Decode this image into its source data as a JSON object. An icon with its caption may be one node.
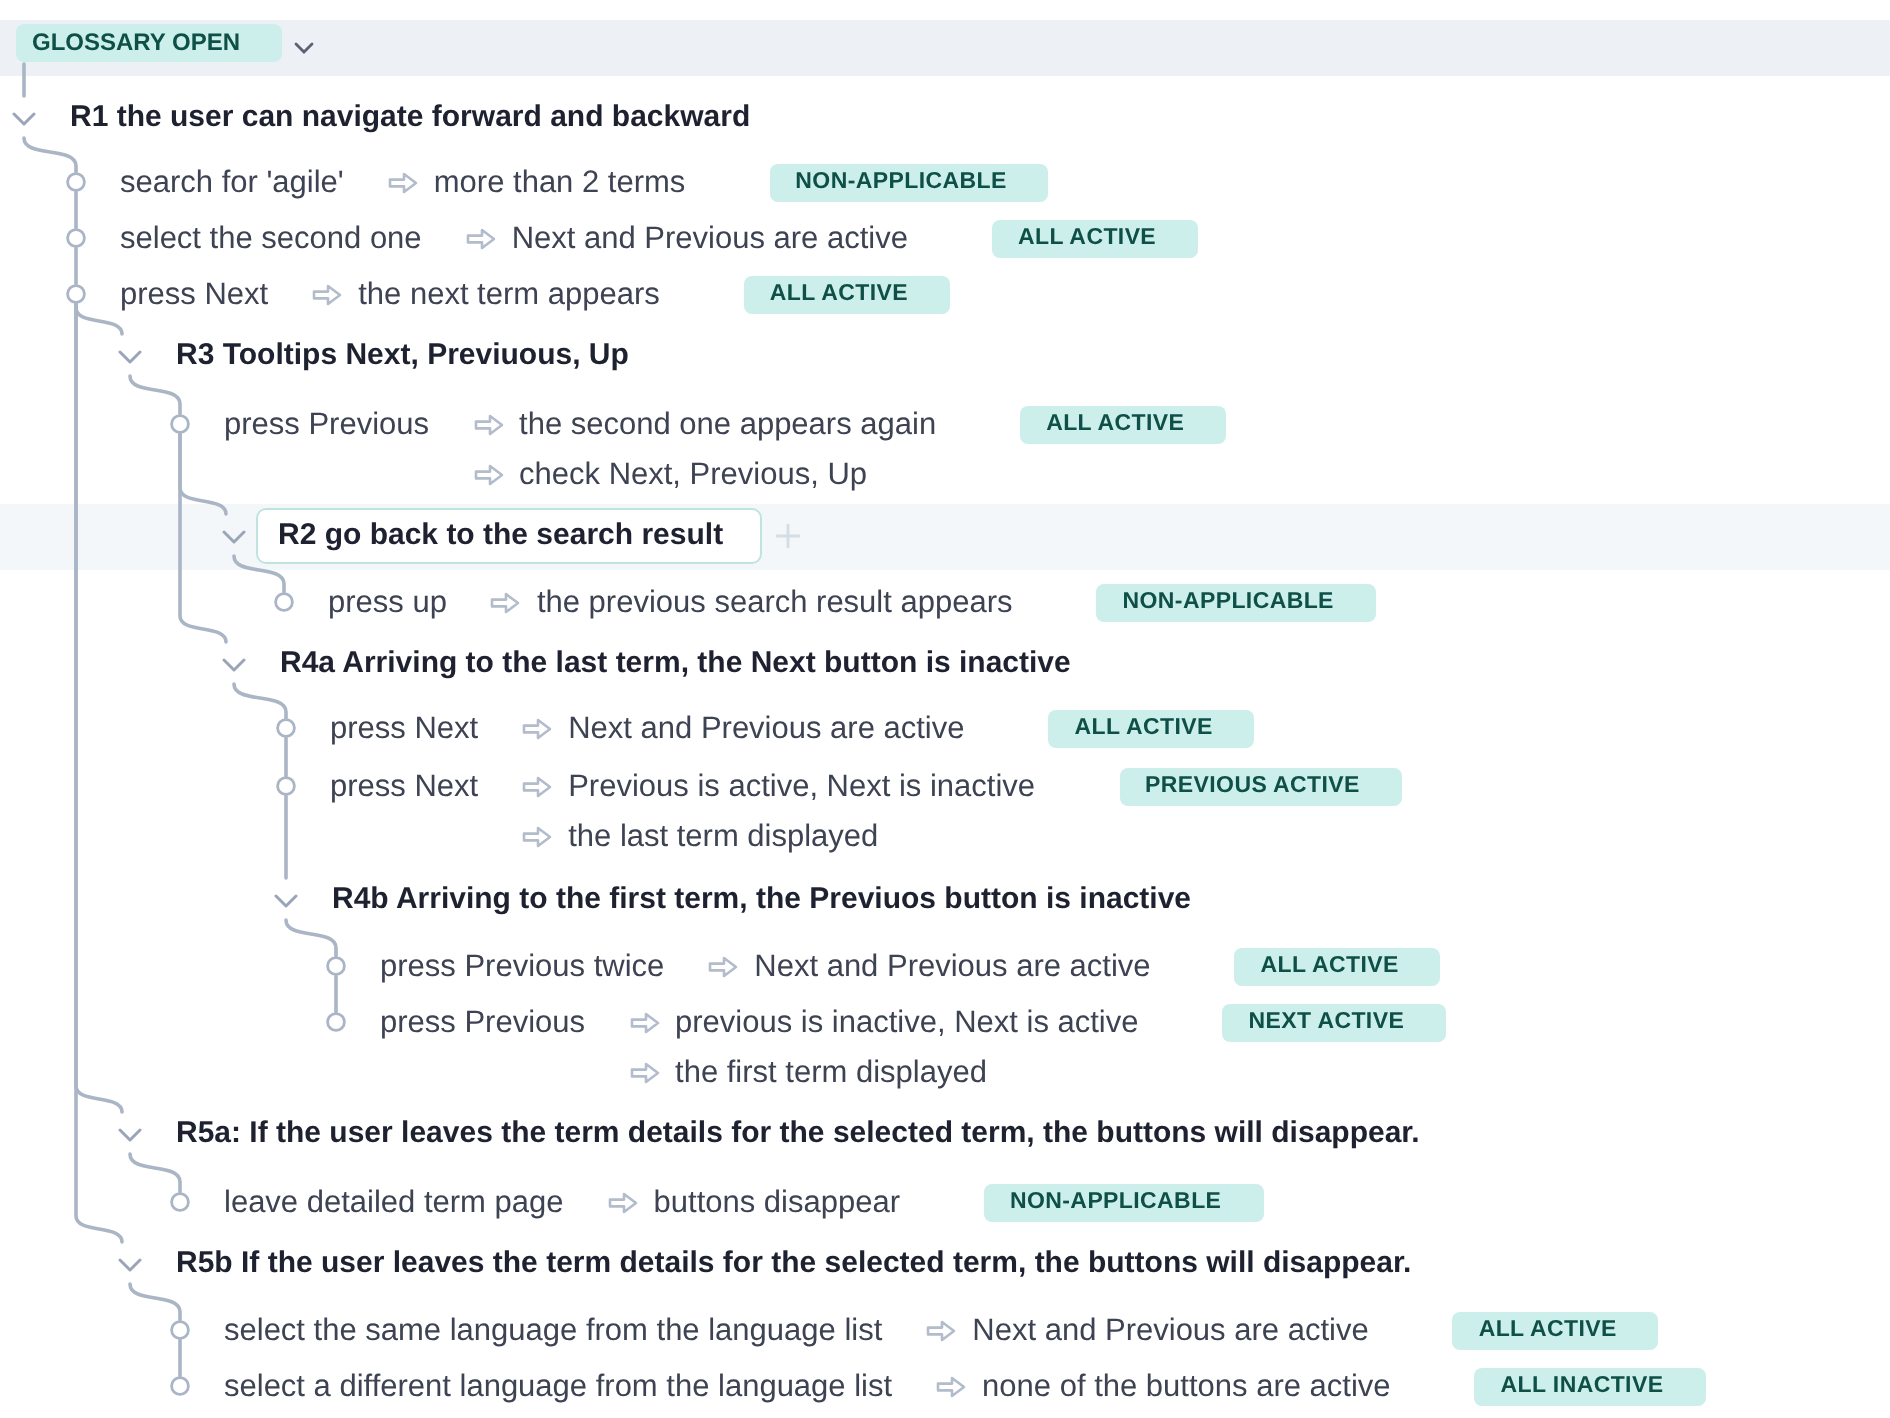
{
  "diagram": {
    "nodes": [
      {
        "text": [
          "GLOSSARY OPEN"
        ]
      },
      {
        "text": [
          "R1 the user can navigate forward and backward"
        ]
      },
      {
        "text": [
          "search for 'agile'",
          "more than 2 terms",
          "NON-APPLICABLE"
        ]
      },
      {
        "text": [
          "select the second one",
          "Next and Previous are active",
          "ALL ACTIVE"
        ]
      },
      {
        "text": [
          "press Next",
          "the next term appears",
          "ALL ACTIVE"
        ]
      },
      {
        "text": [
          "R3 Tooltips Next, Previuous, Up"
        ]
      },
      {
        "text": [
          "press Previous",
          "the second one appears again",
          "check Next, Previous, Up",
          "ALL ACTIVE"
        ]
      },
      {
        "text": [
          "R2 go back to the search result"
        ]
      },
      {
        "text": [
          "press up",
          "the previous search result appears",
          "NON-APPLICABLE"
        ]
      },
      {
        "text": [
          "R4a Arriving to the last term, the Next button is inactive"
        ]
      },
      {
        "text": [
          "press Next",
          "Next and Previous are active",
          "ALL ACTIVE"
        ]
      },
      {
        "text": [
          "press Next",
          "Previous is active, Next is inactive",
          "the last term displayed",
          "PREVIOUS ACTIVE"
        ]
      },
      {
        "text": [
          "R4b Arriving to the first term, the Previuos button is inactive"
        ]
      },
      {
        "text": [
          "press Previous twice",
          "Next and Previous are active",
          "ALL ACTIVE"
        ]
      },
      {
        "text": [
          "press Previous",
          "previous is inactive, Next is active",
          "the first term displayed",
          "NEXT ACTIVE"
        ]
      },
      {
        "text": [
          "R5a: If the user leaves the term details for the selected term, the buttons will disappear."
        ]
      },
      {
        "text": [
          "leave detailed term page",
          "buttons disappear",
          "NON-APPLICABLE"
        ]
      },
      {
        "text": [
          "R5b If the user leaves the term details for the selected term, the buttons will disappear."
        ]
      },
      {
        "text": [
          "select the same language from the language list",
          "Next and Previous are active",
          "ALL ACTIVE"
        ]
      },
      {
        "text": [
          "select a different language from the language list",
          "none of the buttons are active",
          "ALL INACTIVE"
        ]
      }
    ],
    "edges": [
      {
        "from": 0,
        "to": 1,
        "arrow": "none"
      },
      {
        "from": 1,
        "to": 2,
        "arrow": "none"
      },
      {
        "from": 2,
        "to": 3,
        "arrow": "none"
      },
      {
        "from": 3,
        "to": 4,
        "arrow": "none"
      },
      {
        "from": 4,
        "to": 5,
        "arrow": "none"
      },
      {
        "from": 5,
        "to": 6,
        "arrow": "none"
      },
      {
        "from": 6,
        "to": 7,
        "arrow": "none"
      },
      {
        "from": 7,
        "to": 8,
        "arrow": "none"
      },
      {
        "from": 6,
        "to": 9,
        "arrow": "none"
      },
      {
        "from": 9,
        "to": 10,
        "arrow": "none"
      },
      {
        "from": 10,
        "to": 11,
        "arrow": "none"
      },
      {
        "from": 11,
        "to": 12,
        "arrow": "none"
      },
      {
        "from": 12,
        "to": 13,
        "arrow": "none"
      },
      {
        "from": 13,
        "to": 14,
        "arrow": "none"
      },
      {
        "from": 4,
        "to": 15,
        "arrow": "none"
      },
      {
        "from": 15,
        "to": 16,
        "arrow": "none"
      },
      {
        "from": 4,
        "to": 17,
        "arrow": "none"
      },
      {
        "from": 17,
        "to": 18,
        "arrow": "none"
      },
      {
        "from": 18,
        "to": 19,
        "arrow": "none"
      }
    ]
  }
}
